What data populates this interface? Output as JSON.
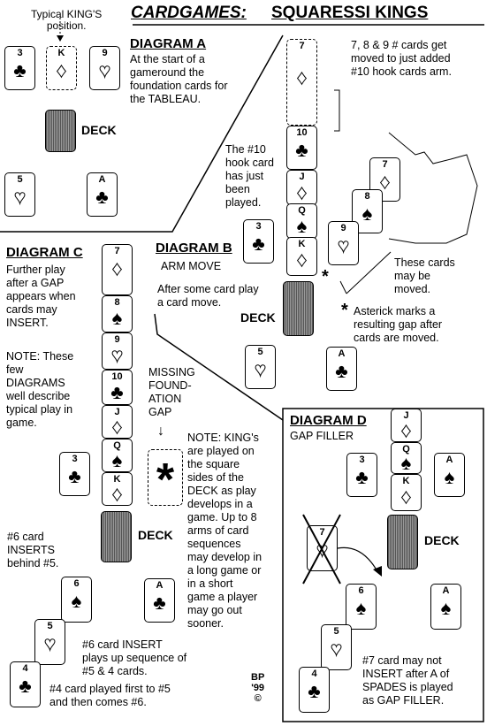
{
  "title": {
    "main": "CARDGAMES:",
    "sub": "SQUARESSI KINGS"
  },
  "typical_kings": "Typical KING'S\nposition.",
  "diagram_a": {
    "heading": "DIAGRAM A",
    "text": "At the start of a\ngameround the\nfoundation cards for\nthe TABLEAU.",
    "deck": "DECK"
  },
  "diagram_b": {
    "heading": "DIAGRAM B",
    "sub": "ARM MOVE",
    "note_top": "7, 8 & 9 # cards get\nmoved to just added\n#10 hook cards arm.",
    "hook": "The #10\nhook card\nhas just\nbeen\nplayed.",
    "after": "After some card play\na card move.",
    "deck": "DECK",
    "may_move": "These cards\nmay be\nmoved.",
    "asterisk_mark": "*",
    "asterisk_note": "Asterick marks a\nresulting gap after\ncards are moved."
  },
  "diagram_c": {
    "heading": "DIAGRAM C",
    "text": "Further play\nafter a GAP\nappears when\ncards may\nINSERT.",
    "note": "NOTE: These\nfew\nDIAGRAMS\nwell describe\ntypical play in\ngame.",
    "missing": "MISSING\nFOUND-\nATION\nGAP",
    "arrow": "↓",
    "gap_mark": "*",
    "kings_note": "NOTE: KING's\nare played on\nthe square\nsides of the\nDECK as play\ndevelops in a\ngame.  Up to 8\narms of card\nsequences\nmay develop in\na long game or\nin a short\ngame a player\nmay go out\nsooner.",
    "deck": "DECK",
    "insert6": "#6 card\nINSERTS\nbehind #5.",
    "insert_play": "#6 card INSERT\nplays up sequence of\n#5 & 4 cards.",
    "four_first": "#4 card played first to #5\nand then comes #6.",
    "credit": "BP\n'99\n©"
  },
  "diagram_d": {
    "heading": "DIAGRAM D",
    "sub": "GAP FILLER",
    "deck": "DECK",
    "note": "#7 card may not\nINSERT after A of\nSPADES is played\nas GAP FILLER."
  },
  "cards": [
    {
      "rank": "3",
      "suit": "♣",
      "pip": false
    },
    {
      "rank": "K",
      "suit": "♦",
      "pip": true
    },
    {
      "rank": "9",
      "suit": "♥",
      "pip": true
    },
    {
      "rank": "5",
      "suit": "♥",
      "pip": true
    },
    {
      "rank": "A",
      "suit": "♣",
      "pip": false
    },
    {
      "rank": "7",
      "suit": "♦",
      "pip": true
    },
    {
      "rank": "10",
      "suit": "♣",
      "pip": false
    },
    {
      "rank": "J",
      "suit": "♦",
      "pip": true
    },
    {
      "rank": "Q",
      "suit": "♠",
      "pip": false
    },
    {
      "rank": "K",
      "suit": "♦",
      "pip": true
    },
    {
      "rank": "7",
      "suit": "♦",
      "pip": true
    },
    {
      "rank": "8",
      "suit": "♠",
      "pip": false
    },
    {
      "rank": "9",
      "suit": "♥",
      "pip": true
    },
    {
      "rank": "3",
      "suit": "♣",
      "pip": false
    },
    {
      "rank": "5",
      "suit": "♥",
      "pip": true
    },
    {
      "rank": "A",
      "suit": "♣",
      "pip": false
    },
    {
      "rank": "7",
      "suit": "♦",
      "pip": true
    },
    {
      "rank": "8",
      "suit": "♠",
      "pip": false
    },
    {
      "rank": "9",
      "suit": "♥",
      "pip": true
    },
    {
      "rank": "10",
      "suit": "♣",
      "pip": false
    },
    {
      "rank": "J",
      "suit": "♦",
      "pip": true
    },
    {
      "rank": "Q",
      "suit": "♠",
      "pip": false
    },
    {
      "rank": "K",
      "suit": "♦",
      "pip": true
    },
    {
      "rank": "3",
      "suit": "♣",
      "pip": false
    },
    {
      "rank": "6",
      "suit": "♠",
      "pip": false
    },
    {
      "rank": "5",
      "suit": "♥",
      "pip": true
    },
    {
      "rank": "4",
      "suit": "♣",
      "pip": false
    },
    {
      "rank": "A",
      "suit": "♣",
      "pip": false
    },
    {
      "rank": "J",
      "suit": "♦",
      "pip": true
    },
    {
      "rank": "Q",
      "suit": "♠",
      "pip": false
    },
    {
      "rank": "K",
      "suit": "♦",
      "pip": true
    },
    {
      "rank": "3",
      "suit": "♣",
      "pip": false
    },
    {
      "rank": "A",
      "suit": "♠",
      "pip": false
    },
    {
      "rank": "7",
      "suit": "♥",
      "pip": true
    },
    {
      "rank": "6",
      "suit": "♠",
      "pip": false
    },
    {
      "rank": "A",
      "suit": "♠",
      "pip": false
    },
    {
      "rank": "5",
      "suit": "♥",
      "pip": true
    },
    {
      "rank": "4",
      "suit": "♣",
      "pip": false
    }
  ]
}
